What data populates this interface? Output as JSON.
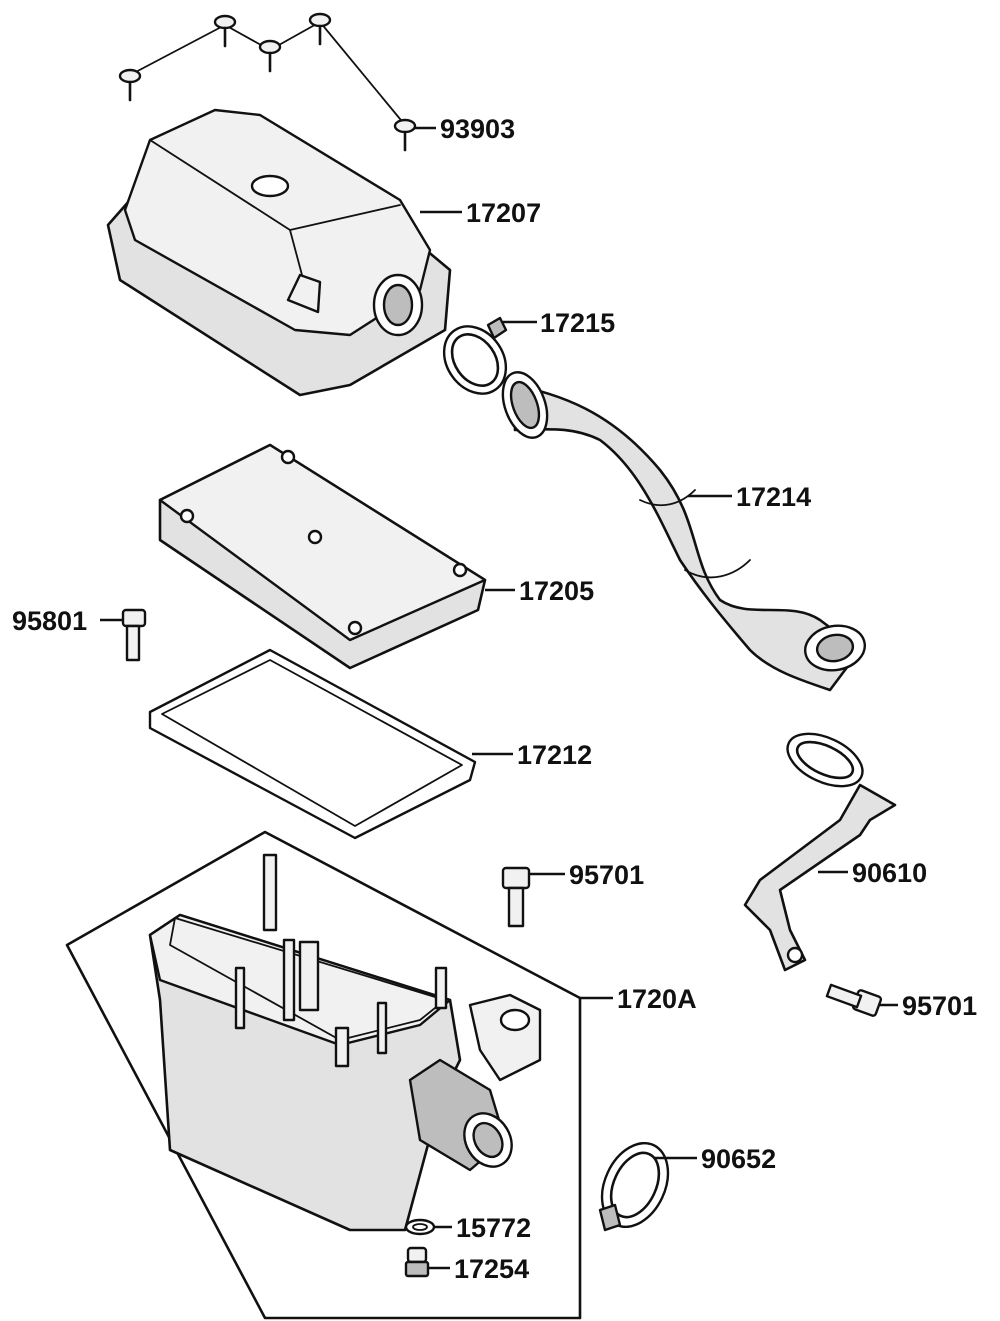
{
  "diagram": {
    "labels": {
      "p93903": "93903",
      "p17207": "17207",
      "p17215": "17215",
      "p17214": "17214",
      "p17205": "17205",
      "p95801": "95801",
      "p17212": "17212",
      "p95701a": "95701",
      "p90610": "90610",
      "p1720A": "1720A",
      "p95701b": "95701",
      "p90652": "90652",
      "p15772": "15772",
      "p17254": "17254"
    }
  }
}
